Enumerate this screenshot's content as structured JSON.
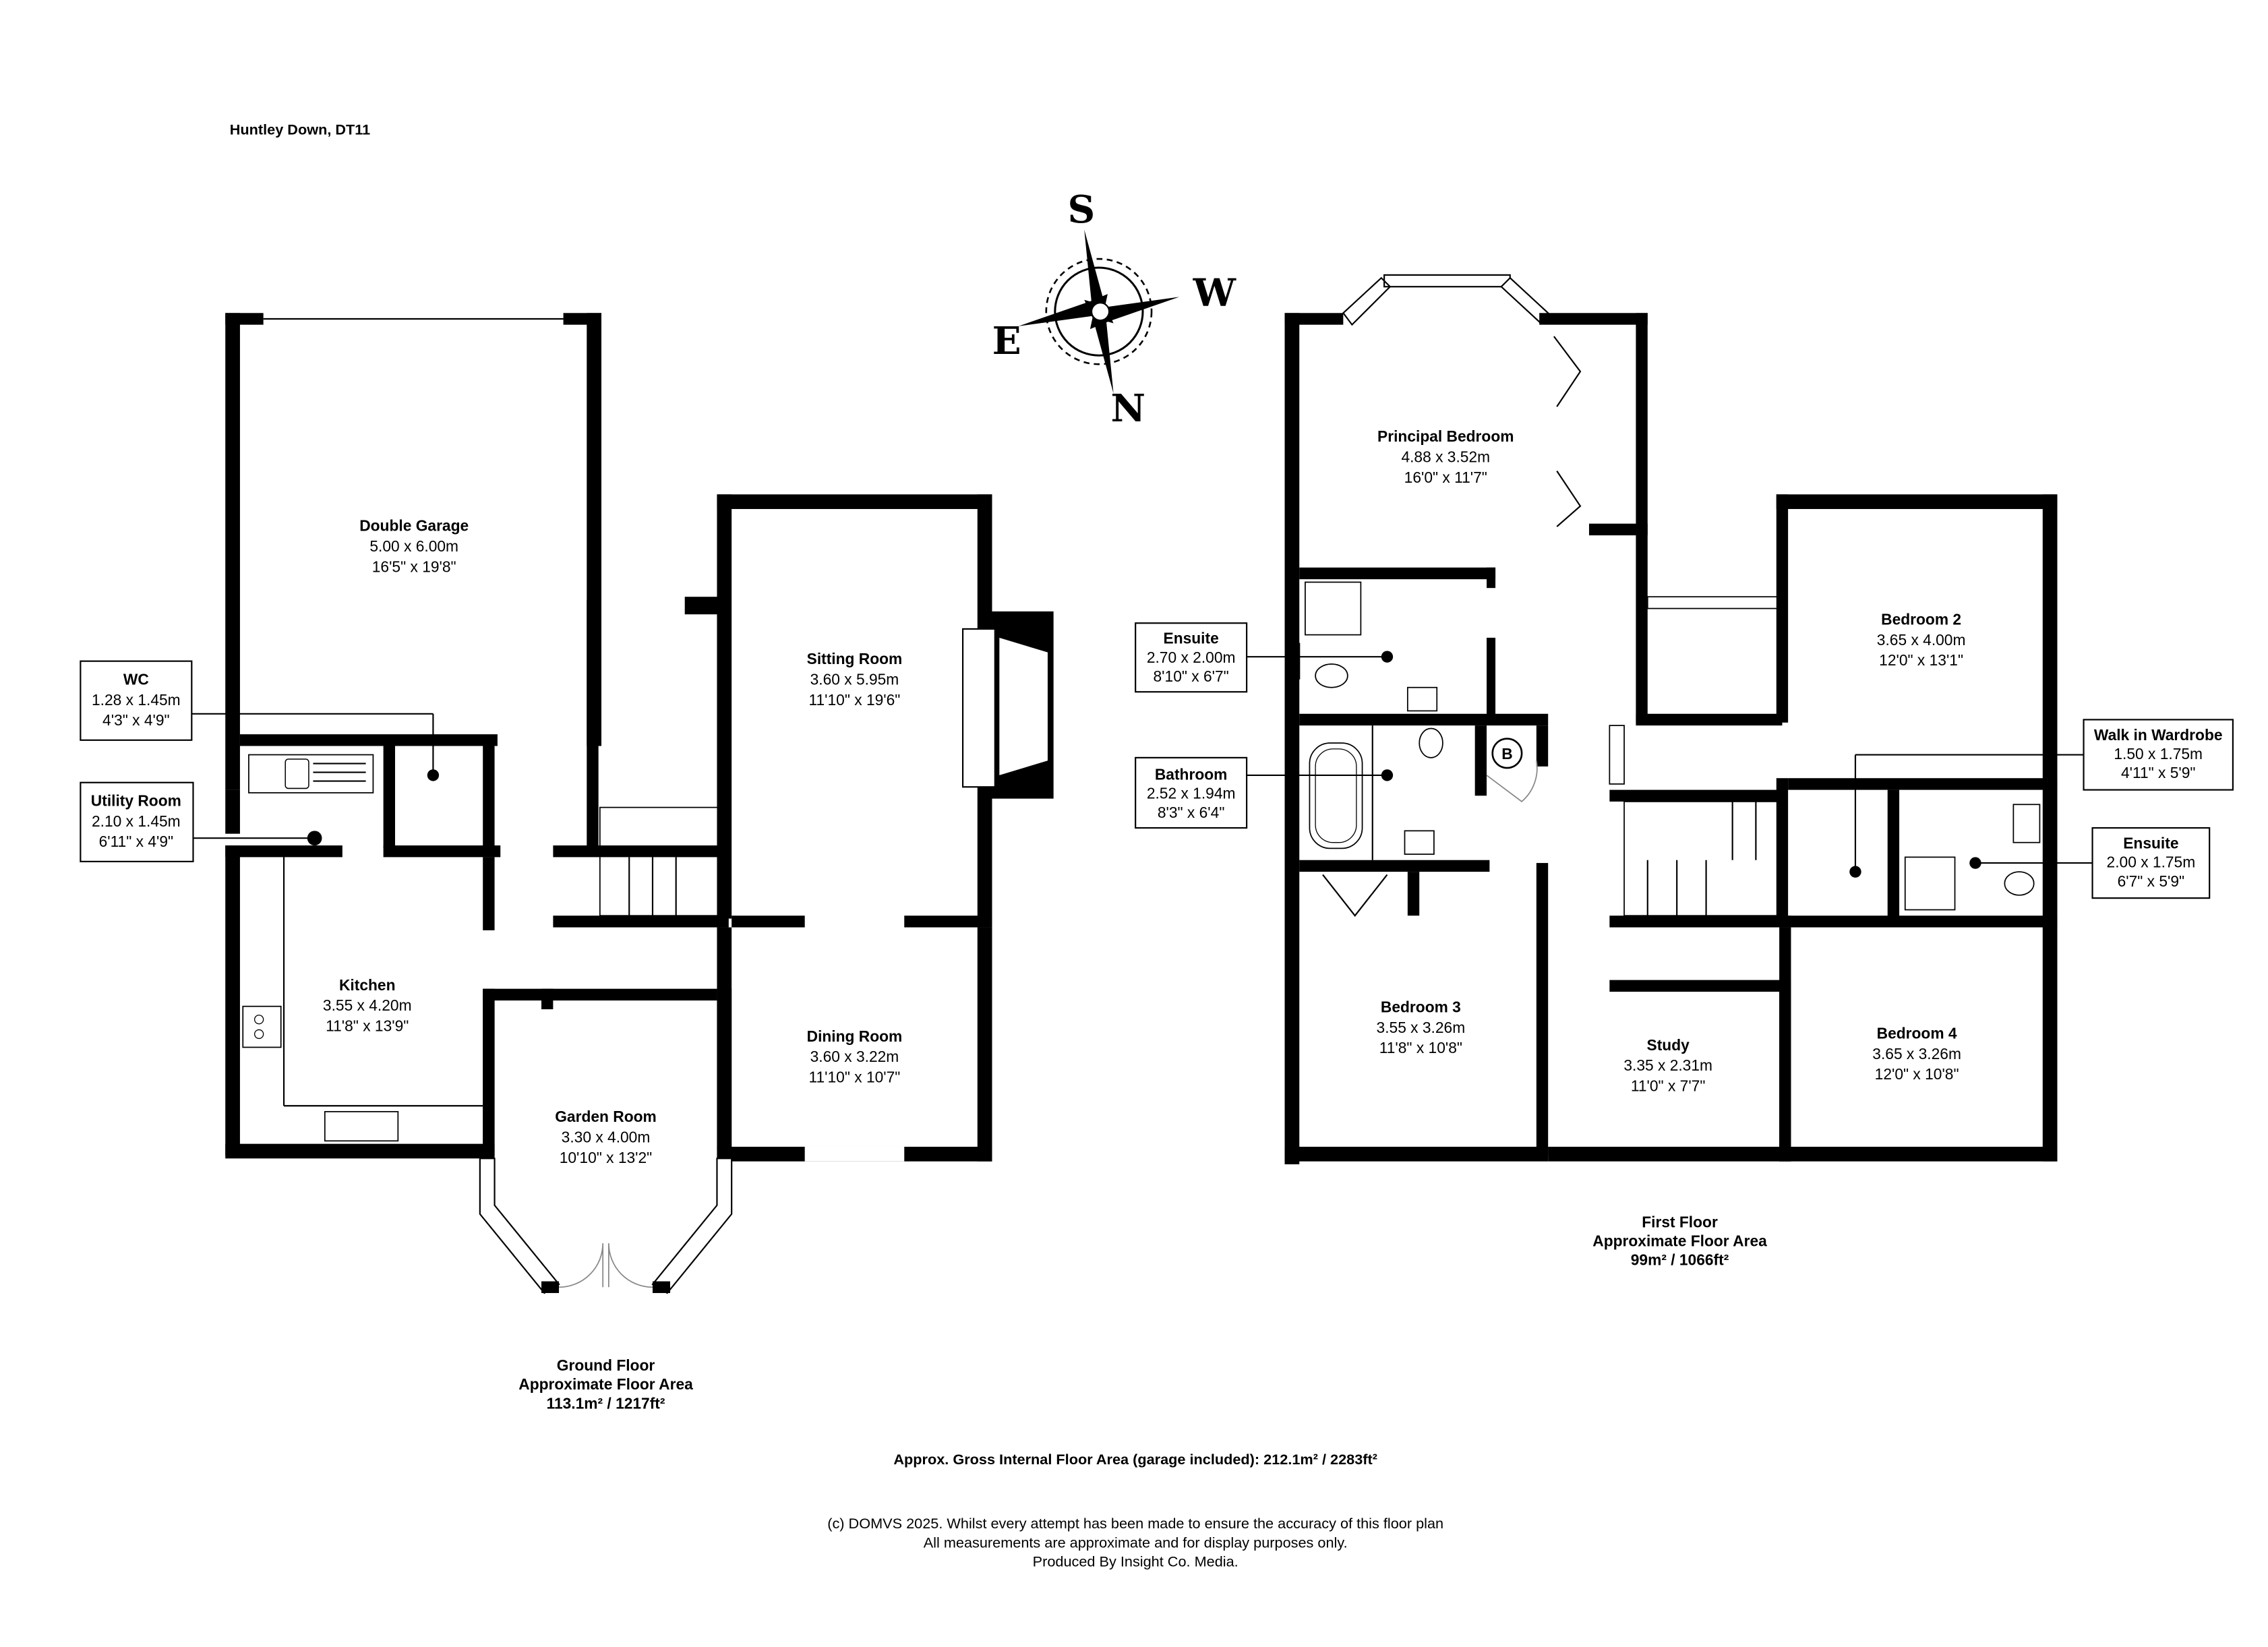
{
  "header": {
    "title": "Huntley Down, DT11"
  },
  "compass": {
    "top": "S",
    "right": "W",
    "left": "E",
    "bottom": "N"
  },
  "ground_floor": {
    "rooms": [
      {
        "name": "Double Garage",
        "metric": "5.00 x 6.00m",
        "imperial": "16'5\" x 19'8\""
      },
      {
        "name": "Sitting Room",
        "metric": "3.60 x 5.95m",
        "imperial": "11'10\" x 19'6\""
      },
      {
        "name": "Kitchen",
        "metric": "3.55 x 4.20m",
        "imperial": "11'8\" x 13'9\""
      },
      {
        "name": "Dining Room",
        "metric": "3.60 x 3.22m",
        "imperial": "11'10\" x 10'7\""
      },
      {
        "name": "Garden Room",
        "metric": "3.30 x 4.00m",
        "imperial": "10'10\" x 13'2\""
      }
    ],
    "callouts": [
      {
        "name": "WC",
        "metric": "1.28 x 1.45m",
        "imperial": "4'3\" x 4'9\""
      },
      {
        "name": "Utility Room",
        "metric": "2.10 x 1.45m",
        "imperial": "6'11\" x 4'9\""
      }
    ],
    "summary": {
      "line1": "Ground Floor",
      "line2": "Approximate Floor Area",
      "line3": "113.1m² / 1217ft²"
    }
  },
  "first_floor": {
    "rooms": [
      {
        "name": "Principal Bedroom",
        "metric": "4.88 x 3.52m",
        "imperial": "16'0\" x 11'7\""
      },
      {
        "name": "Bedroom 2",
        "metric": "3.65 x 4.00m",
        "imperial": "12'0\" x 13'1\""
      },
      {
        "name": "Bedroom 3",
        "metric": "3.55 x 3.26m",
        "imperial": "11'8\" x 10'8\""
      },
      {
        "name": "Study",
        "metric": "3.35 x 2.31m",
        "imperial": "11'0\" x 7'7\""
      },
      {
        "name": "Bedroom 4",
        "metric": "3.65 x 3.26m",
        "imperial": "12'0\" x 10'8\""
      }
    ],
    "callouts": [
      {
        "name": "Ensuite",
        "metric": "2.70 x 2.00m",
        "imperial": "8'10\" x 6'7\""
      },
      {
        "name": "Bathroom",
        "metric": "2.52 x 1.94m",
        "imperial": "8'3\" x 6'4\""
      },
      {
        "name": "Walk in Wardrobe",
        "metric": "1.50 x 1.75m",
        "imperial": "4'11\" x 5'9\""
      },
      {
        "name": "Ensuite",
        "metric": "2.00 x 1.75m",
        "imperial": "6'7\" x 5'9\""
      }
    ],
    "boiler_label": "B",
    "summary": {
      "line1": "First Floor",
      "line2": "Approximate Floor Area",
      "line3": "99m² / 1066ft²"
    }
  },
  "footer": {
    "gross_area": "Approx. Gross Internal Floor Area (garage included): 212.1m² / 2283ft²",
    "disclaimer_1": "(c) DOMVS 2025. Whilst every attempt has been made to ensure the accuracy of this floor plan",
    "disclaimer_2": "All measurements are approximate and for display purposes only.",
    "disclaimer_3": "Produced By Insight Co. Media."
  }
}
